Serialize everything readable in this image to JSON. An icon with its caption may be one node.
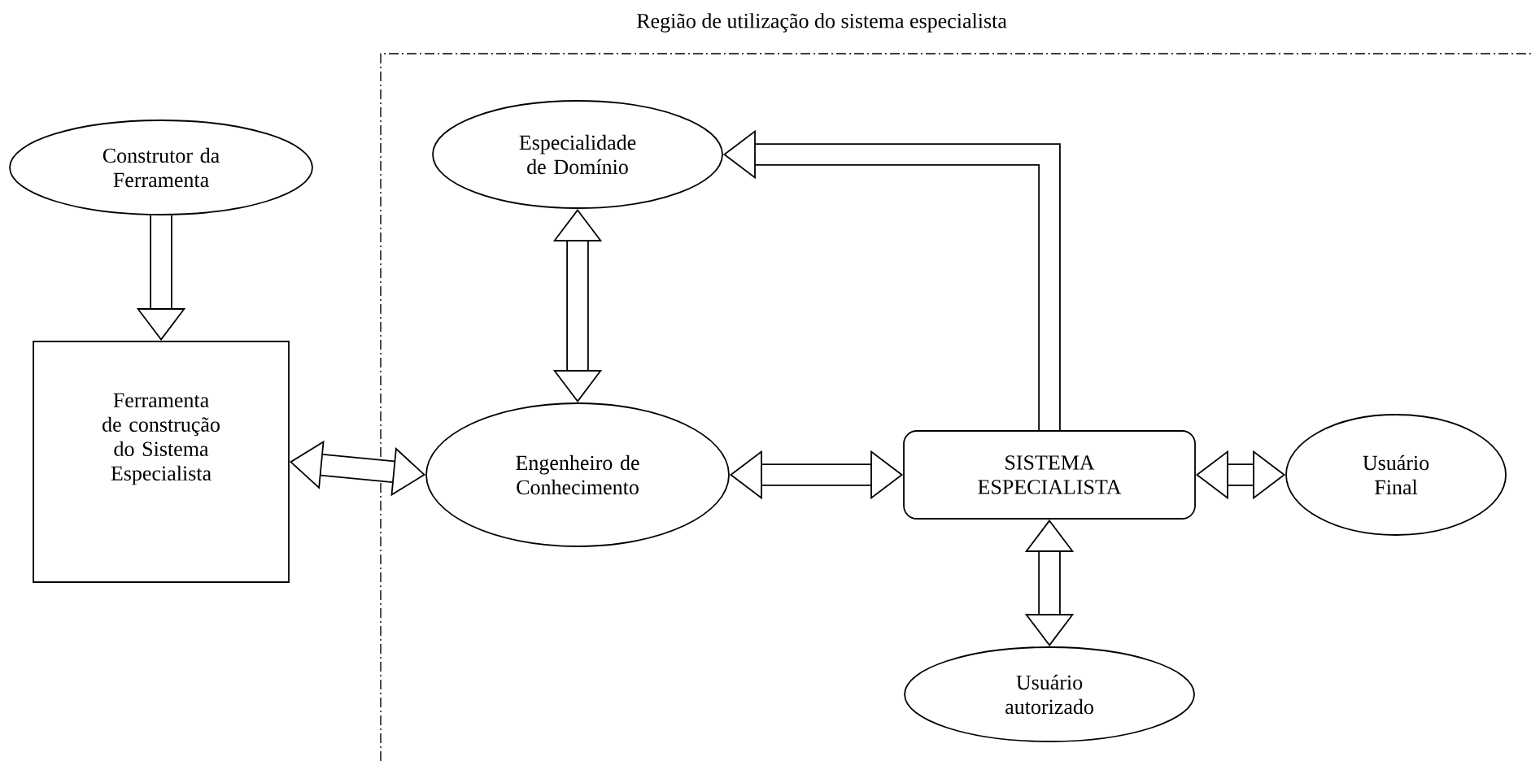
{
  "diagram": {
    "nodes": [
      {
        "text": [
          "Construtor da Ferramenta"
        ]
      },
      {
        "text": [
          "Ferramenta de construção do Sistema Especialista"
        ]
      },
      {
        "text": [
          "Região de utilização do sistema especialista"
        ]
      },
      {
        "text": [
          "Especialidade de Domínio"
        ],
        "in": 2
      },
      {
        "text": [
          "Engenheiro de Conhecimento"
        ],
        "in": 2
      },
      {
        "text": [
          "SISTEMA ESPECIALISTA"
        ],
        "in": 2
      },
      {
        "text": [
          "Usuário Final"
        ],
        "in": 2
      },
      {
        "text": [
          "Usuário autorizado"
        ],
        "in": 2
      }
    ],
    "edges": [
      {
        "from": 0,
        "to": 1,
        "arrow": "to"
      },
      {
        "from": 1,
        "to": 4,
        "arrow": "both"
      },
      {
        "from": 5,
        "to": 3,
        "arrow": "to"
      },
      {
        "from": 3,
        "to": 4,
        "arrow": "both"
      },
      {
        "from": 4,
        "to": 5,
        "arrow": "both"
      },
      {
        "from": 5,
        "to": 6,
        "arrow": "both"
      },
      {
        "from": 5,
        "to": 7,
        "arrow": "both"
      }
    ]
  }
}
